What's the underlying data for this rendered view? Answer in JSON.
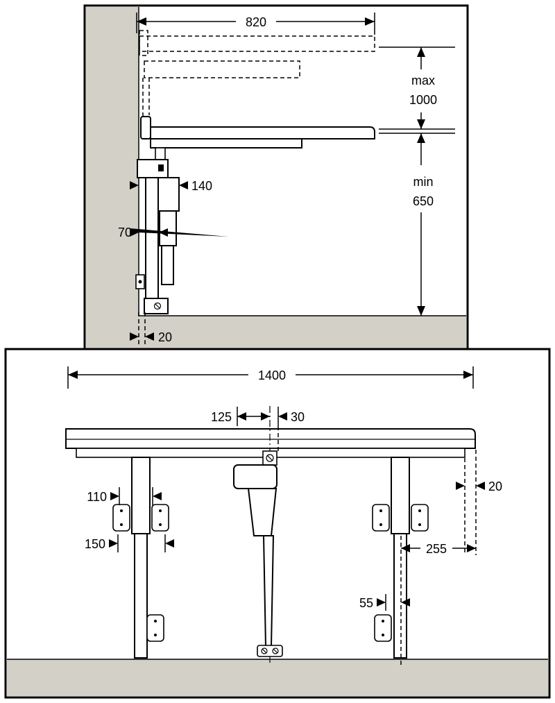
{
  "drawing": {
    "kind": "installation-dimension-diagram",
    "units": "mm"
  },
  "colors": {
    "surface": "#d3d0c8",
    "line": "#000000",
    "background": "#ffffff"
  },
  "side_view": {
    "dim_820": "820",
    "dim_max_label": "max",
    "dim_max_value": "1000",
    "dim_min_label": "min",
    "dim_min_value": "650",
    "dim_140": "140",
    "dim_70": "70",
    "dim_20": "20"
  },
  "front_view": {
    "dim_1400": "1400",
    "dim_125": "125",
    "dim_30": "30",
    "dim_20": "20",
    "dim_110": "110",
    "dim_150": "150",
    "dim_255": "255",
    "dim_55": "55"
  }
}
